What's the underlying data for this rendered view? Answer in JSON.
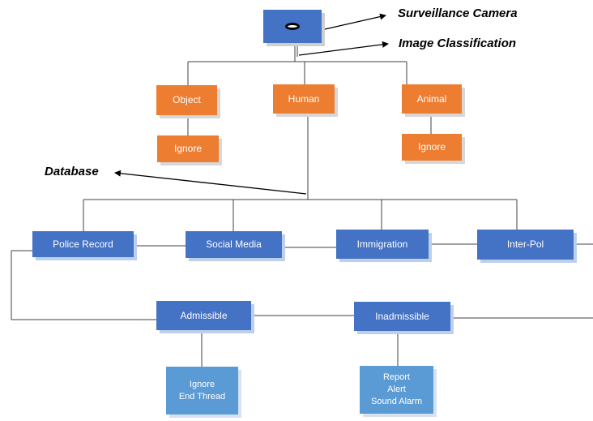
{
  "camera": {
    "label": "Surveillance Camera",
    "icon": "camera-eye-icon"
  },
  "classification": {
    "label": "Image Classification"
  },
  "categories": {
    "object": "Object",
    "human": "Human",
    "animal": "Animal",
    "object_ignore": "Ignore",
    "animal_ignore": "Ignore"
  },
  "database": {
    "label": "Database"
  },
  "sources": {
    "police": "Police Record",
    "social": "Social Media",
    "immigration": "Immigration",
    "interpol": "Inter-Pol"
  },
  "decisions": {
    "admissible": "Admissible",
    "inadmissible": "Inadmissible"
  },
  "actions": {
    "admissible": "Ignore\nEnd Thread",
    "inadmissible": "Report\nAlert\nSound Alarm"
  },
  "colors": {
    "orange": "#ed7d31",
    "blue": "#4472c4",
    "light_blue": "#5b9bd5",
    "line": "#404040"
  }
}
